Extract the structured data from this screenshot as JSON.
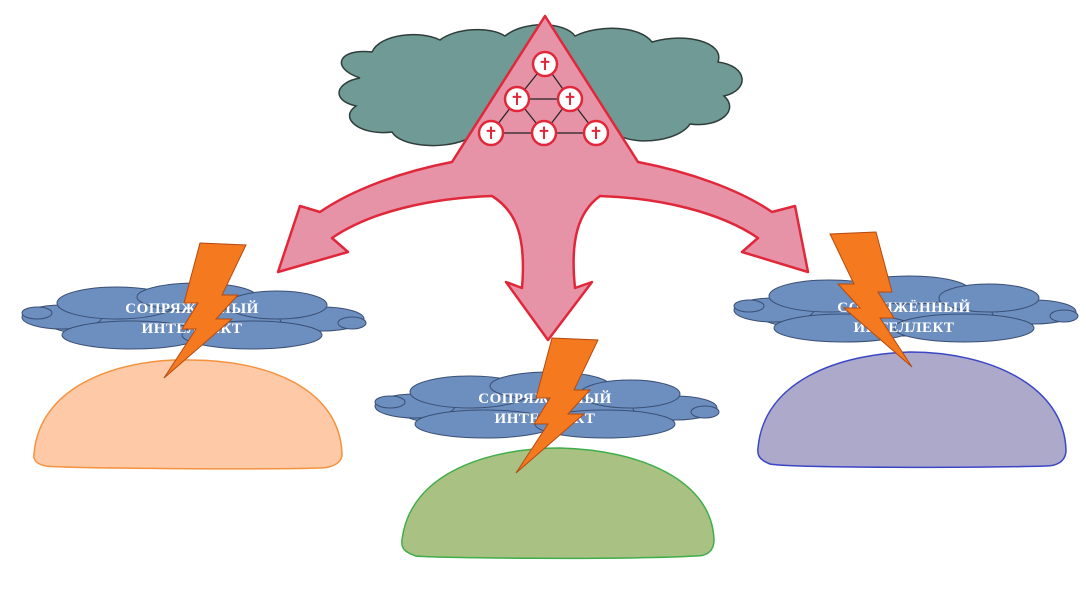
{
  "clouds": [
    {
      "id": "left",
      "line1": "СОПРЯЖЁННЫЙ",
      "line2": "ИНТЕЛЛЕКТ"
    },
    {
      "id": "center",
      "line1": "СОПРЯЖЁННЫЙ",
      "line2": "ИНТЕЛЛЕКТ"
    },
    {
      "id": "right",
      "line1": "СОПРЯЖЁННЫЙ",
      "line2": "ИНТЕЛЛЕКТ"
    }
  ],
  "cross_symbol": "✝",
  "colors": {
    "top_cloud": "#6f9a95",
    "arrow_fill": "#e793a7",
    "arrow_stroke": "#e0283a",
    "blue_cloud": "#6d8fc0",
    "lightning": "#f5791f",
    "dome_left": "#fec9a6",
    "dome_left_stroke": "#f5923e",
    "dome_center": "#a9c183",
    "dome_center_stroke": "#3fae49",
    "dome_right": "#aca9cb",
    "dome_right_stroke": "#3b46c5"
  }
}
